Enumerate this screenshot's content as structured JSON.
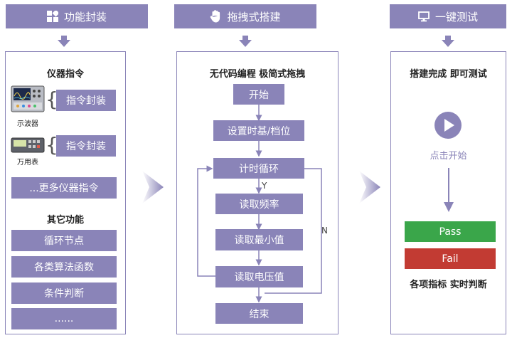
{
  "columns": {
    "left": {
      "header": "功能封装",
      "header_icon": "grid-icon"
    },
    "middle": {
      "header": "拖拽式搭建",
      "header_icon": "hand-icon"
    },
    "right": {
      "header": "一键测试",
      "header_icon": "monitor-icon"
    }
  },
  "left_panel": {
    "section1_title": "仪器指令",
    "instruments": [
      {
        "name": "示波器",
        "button": "指令封装"
      },
      {
        "name": "万用表",
        "button": "指令封装"
      }
    ],
    "more": "...更多仪器指令",
    "section2_title": "其它功能",
    "features": [
      "循环节点",
      "各类算法函数",
      "条件判断",
      "......"
    ]
  },
  "middle_panel": {
    "title": "无代码编程 极简式拖拽",
    "steps": [
      "开始",
      "设置时基/档位",
      "计时循环",
      "读取频率",
      "读取最小值",
      "读取电压值",
      "结束"
    ],
    "yes_label": "Y",
    "no_label": "N"
  },
  "right_panel": {
    "title": "搭建完成 即可测试",
    "play_label": "点击开始",
    "pass_label": "Pass",
    "fail_label": "Fail",
    "footer": "各项指标 实时判断",
    "colors": {
      "pass": "#3aa64a",
      "fail": "#c23b33"
    }
  },
  "colors": {
    "accent": "#8a84b8",
    "connector": "#8a84b8"
  }
}
